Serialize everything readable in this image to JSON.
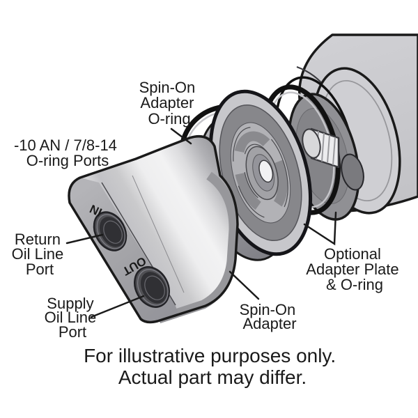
{
  "callouts": {
    "spin_on_adapter_oring": {
      "lines": [
        "Spin-On",
        "Adapter",
        "O-ring"
      ]
    },
    "oring_ports": {
      "lines": [
        "-10 AN / 7/8-14",
        "O-ring Ports"
      ]
    },
    "return_oil_line_port": {
      "lines": [
        "Return",
        "Oil Line",
        "Port"
      ]
    },
    "supply_oil_line_port": {
      "lines": [
        "Supply",
        "Oil Line",
        "Port"
      ]
    },
    "spin_on_adapter": {
      "lines": [
        "Spin-On",
        "Adapter"
      ]
    },
    "optional_adapter_plate": {
      "lines": [
        "Optional",
        "Adapter Plate",
        "& O-ring"
      ]
    }
  },
  "engravings": {
    "in_label": "IN",
    "out_label": "OUT"
  },
  "disclaimer": {
    "line1": "For illustrative purposes only.",
    "line2": "Actual part may differ."
  },
  "palette": {
    "background": "#ffffff",
    "outline": "#1a1a1a",
    "metal_bright": "#f2f2f3",
    "metal_light": "#cdcdd1",
    "metal_mid": "#a8a8ac",
    "metal_dark": "#8d8d91",
    "port_dark": "#303034",
    "text": "#1a1a1a"
  }
}
